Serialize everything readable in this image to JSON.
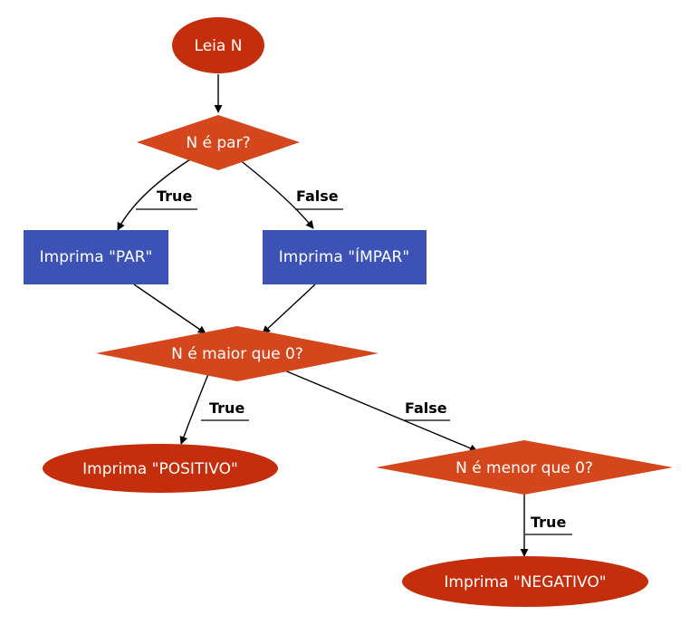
{
  "colors": {
    "terminal": "#c42e0c",
    "decision": "#d4461b",
    "process": "#3c52b5",
    "text": "#ffffff",
    "edge": "#000000"
  },
  "nodes": {
    "start": "Leia N",
    "decision_par": "N é par?",
    "print_par": "Imprima \"PAR\"",
    "print_impar": "Imprima \"ÍMPAR\"",
    "decision_maior": "N é maior que 0?",
    "print_positivo": "Imprima \"POSITIVO\"",
    "decision_menor": "N é menor que 0?",
    "print_negativo": "Imprima \"NEGATIVO\""
  },
  "edges": {
    "par_true": "True",
    "par_false": "False",
    "maior_true": "True",
    "maior_false": "False",
    "menor_true": "True"
  }
}
